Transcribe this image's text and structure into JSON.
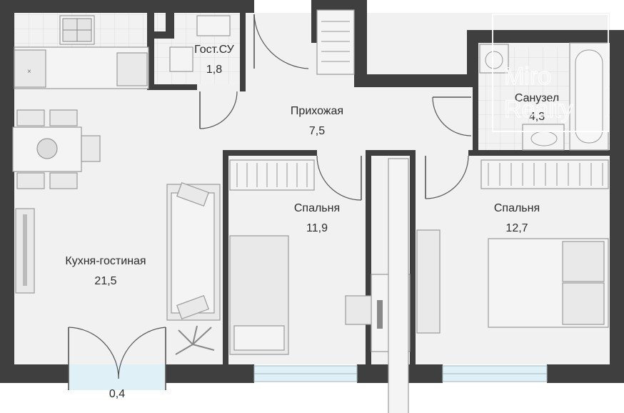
{
  "rooms": {
    "guest_wc": {
      "name": "Гост.СУ",
      "area": "1,8"
    },
    "hallway": {
      "name": "Прихожая",
      "area": "7,5"
    },
    "bathroom": {
      "name": "Санузел",
      "area": "4,3"
    },
    "bedroom_1": {
      "name": "Спальня",
      "area": "11,9"
    },
    "bedroom_2": {
      "name": "Спальня",
      "area": "12,7"
    },
    "kitchen_living": {
      "name": "Кухня-гостиная",
      "area": "21,5"
    },
    "balcony": {
      "area": "0,4"
    }
  },
  "watermark": {
    "line1": "Miro",
    "line2": "Realty"
  },
  "colors": {
    "wall": "#3f3f3f",
    "floor": "#f1f1f1",
    "tile": "#e6e6e6",
    "window": "#dff1f7"
  }
}
